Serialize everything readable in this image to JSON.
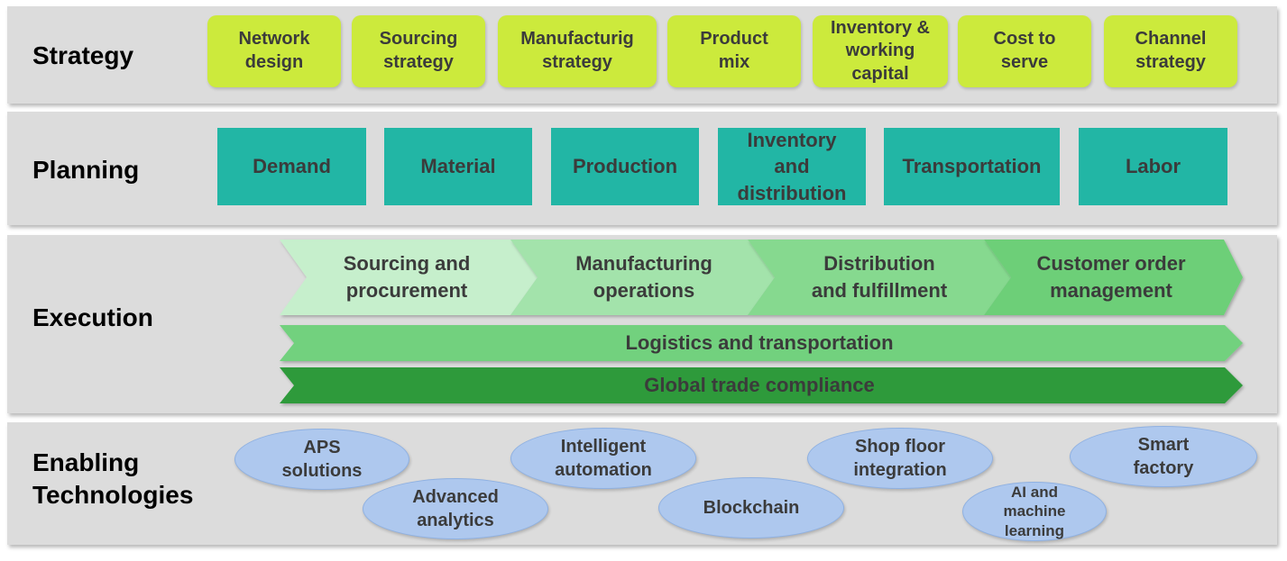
{
  "rows": {
    "strategy": {
      "title": "Strategy",
      "items": [
        "Network\ndesign",
        "Sourcing\nstrategy",
        "Manufacturig\nstrategy",
        "Product\nmix",
        "Inventory &\nworking\ncapital",
        "Cost to\nserve",
        "Channel\nstrategy"
      ]
    },
    "planning": {
      "title": "Planning",
      "items": [
        "Demand",
        "Material",
        "Production",
        "Inventory\nand\ndistribution",
        "Transportation",
        "Labor"
      ]
    },
    "execution": {
      "title": "Execution",
      "chevrons": [
        "Sourcing and\nprocurement",
        "Manufacturing\noperations",
        "Distribution\nand fulfillment",
        "Customer order\nmanagement"
      ],
      "bars": [
        "Logistics and transportation",
        "Global trade compliance"
      ]
    },
    "enabling": {
      "title": "Enabling\nTechnologies",
      "items": [
        "APS\nsolutions",
        "Advanced\nanalytics",
        "Intelligent\nautomation",
        "Blockchain",
        "Shop floor\nintegration",
        "AI and\nmachine\nlearning",
        "Smart\nfactory"
      ]
    }
  },
  "colors": {
    "band_bg": "#dcdcdc",
    "strategy_fill": "#ccea3c",
    "planning_fill": "#22b6a5",
    "chevron_fills": [
      "#c6efcc",
      "#a3e3ab",
      "#86d98f",
      "#6dcf78"
    ],
    "logistics_fill": "#72d17e",
    "compliance_fill": "#2e9a3b",
    "oval_fill": "#aec8ee"
  }
}
